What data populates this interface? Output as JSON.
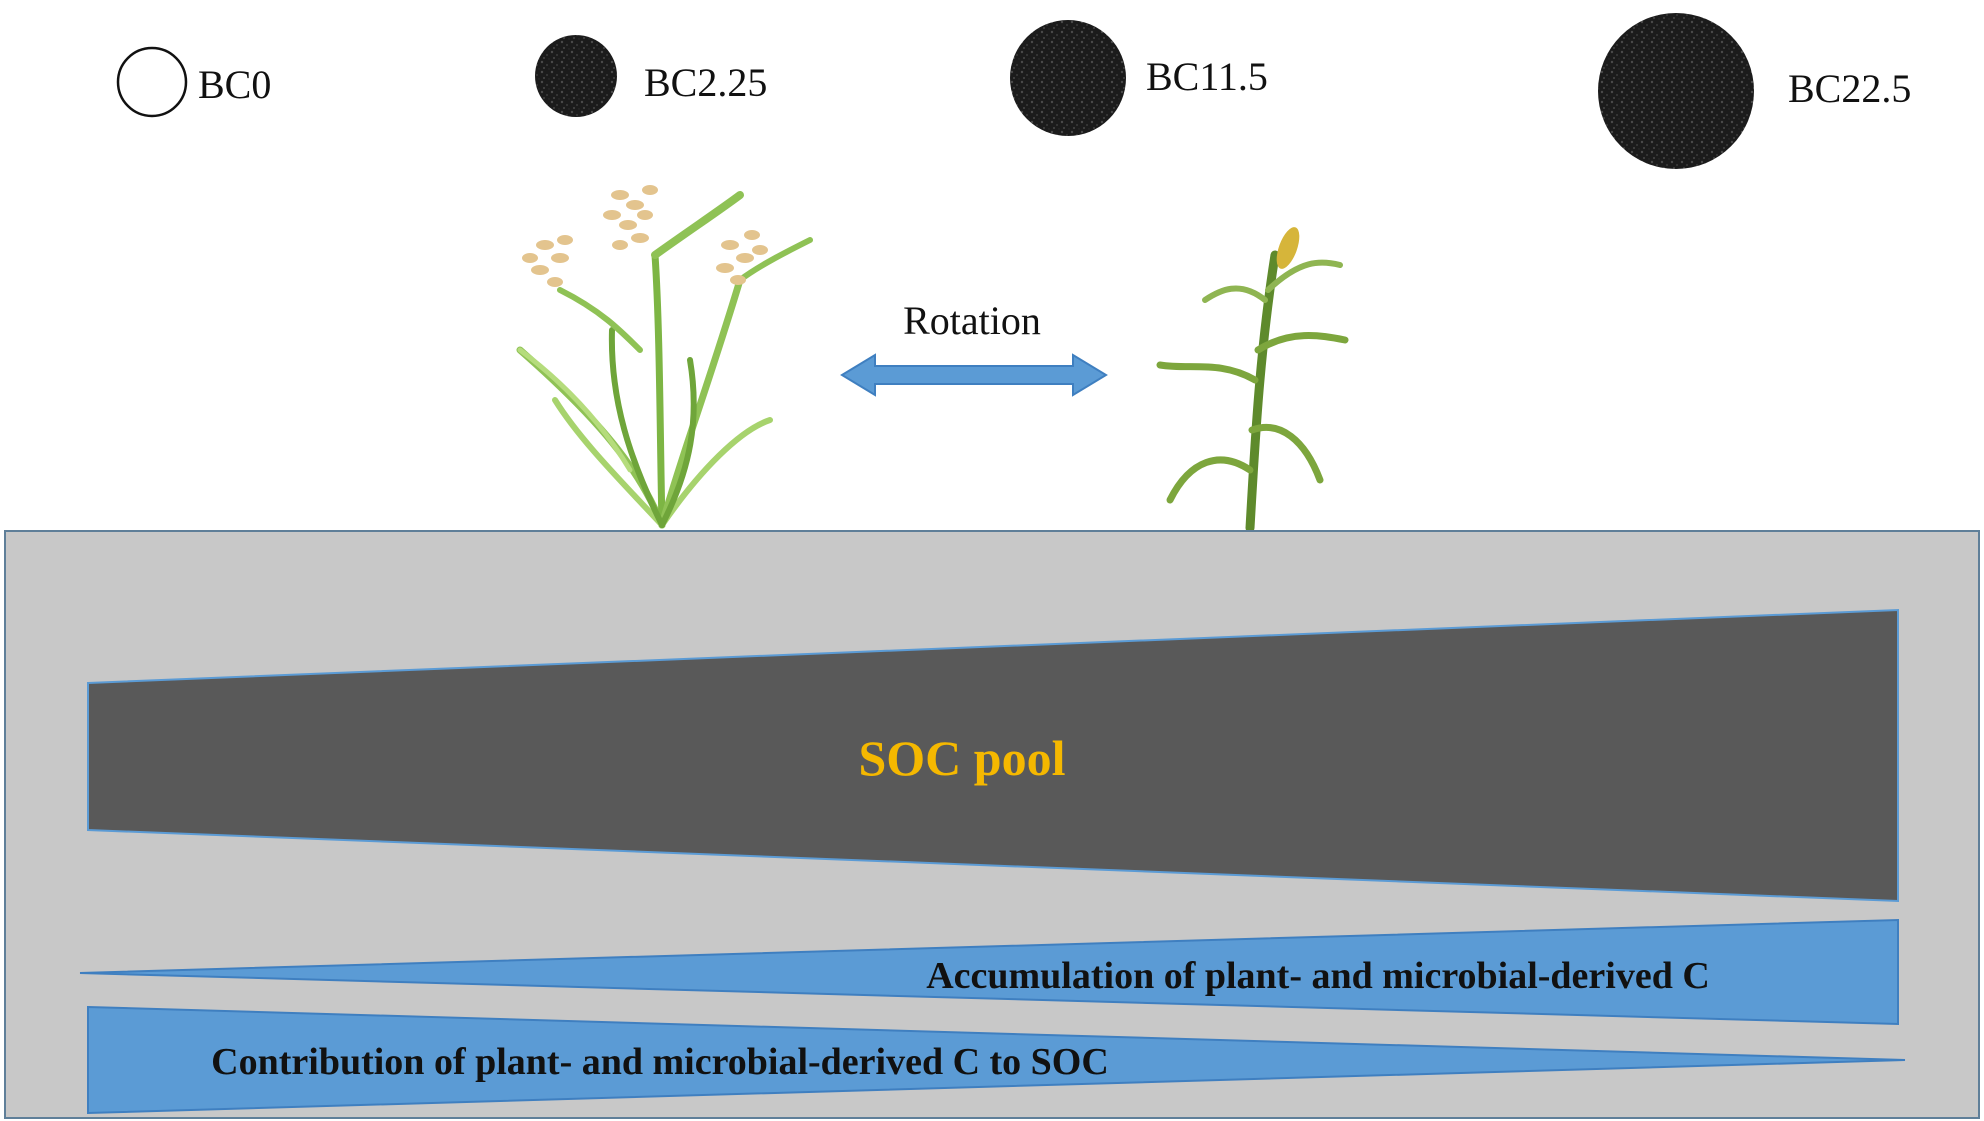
{
  "legend": [
    {
      "label": "BC0",
      "fill": "none"
    },
    {
      "label": "BC2.25",
      "fill": "textured-black"
    },
    {
      "label": "BC11.5",
      "fill": "textured-black"
    },
    {
      "label": "BC22.5",
      "fill": "textured-black"
    }
  ],
  "rotation_label": "Rotation",
  "plants": {
    "left": "rice-plant-icon",
    "right": "maize-plant-icon"
  },
  "soil": {
    "soc_pool_label": "SOC pool",
    "accumulation_label": "Accumulation of plant- and microbial-derived C",
    "contribution_label": "Contribution of plant- and microbial-derived C to SOC"
  },
  "colors": {
    "soil_bg": "#c8c8c8",
    "soc_pool": "#595959",
    "soc_text": "#f5b800",
    "wedge_fill": "#5b9bd5",
    "wedge_stroke": "#3f7fc0",
    "arrow": "#5b9bd5",
    "text": "#111111"
  }
}
